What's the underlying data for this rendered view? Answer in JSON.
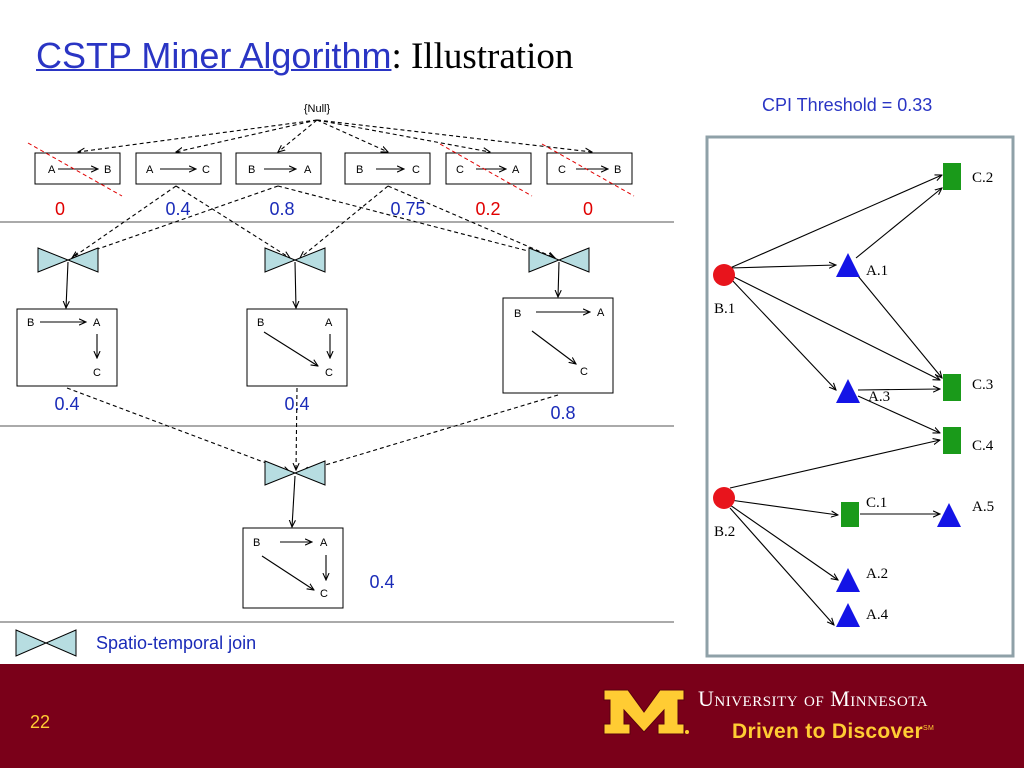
{
  "title": {
    "link_text": "CSTP Miner Algorithm",
    "rest_text": ": Illustration"
  },
  "threshold": "CPI Threshold = 0.33",
  "left_diagram": {
    "root": "{Null}",
    "level1": [
      {
        "from": "A",
        "to": "B",
        "value": "0",
        "pruned": true
      },
      {
        "from": "A",
        "to": "C",
        "value": "0.4",
        "pruned": false
      },
      {
        "from": "B",
        "to": "A",
        "value": "0.8",
        "pruned": false
      },
      {
        "from": "B",
        "to": "C",
        "value": "0.75",
        "pruned": false
      },
      {
        "from": "C",
        "to": "A",
        "value": "0.2",
        "pruned": true
      },
      {
        "from": "C",
        "to": "B",
        "value": "0",
        "pruned": true
      }
    ],
    "level2": [
      {
        "nodes": [
          "B",
          "A",
          "C"
        ],
        "value": "0.4"
      },
      {
        "nodes": [
          "B",
          "A",
          "C"
        ],
        "value": "0.4"
      },
      {
        "nodes": [
          "B",
          "A",
          "C"
        ],
        "value": "0.8"
      }
    ],
    "level3": {
      "nodes": [
        "B",
        "A",
        "C"
      ],
      "value": "0.4"
    },
    "legend": "Spatio-temporal join"
  },
  "right_diagram": {
    "labels": [
      "C.2",
      "A.1",
      "B.1",
      "C.3",
      "A.3",
      "C.4",
      "C.1",
      "A.5",
      "B.2",
      "A.2",
      "A.4"
    ]
  },
  "footer": {
    "slide_number": "22",
    "university": "University of Minnesota",
    "tagline": "Driven to Discover",
    "tagline_mark": "SM"
  },
  "colors": {
    "title_link": "#2a35c4",
    "value_blue": "#1a2bb8",
    "value_red": "#e00000",
    "footer_bg": "#7a0019",
    "footer_gold": "#ffcc33",
    "node_b_red": "#e8141c",
    "node_a_blue": "#1414e6",
    "node_c_green": "#1a9a1a",
    "join_fill": "#b7dde1"
  }
}
